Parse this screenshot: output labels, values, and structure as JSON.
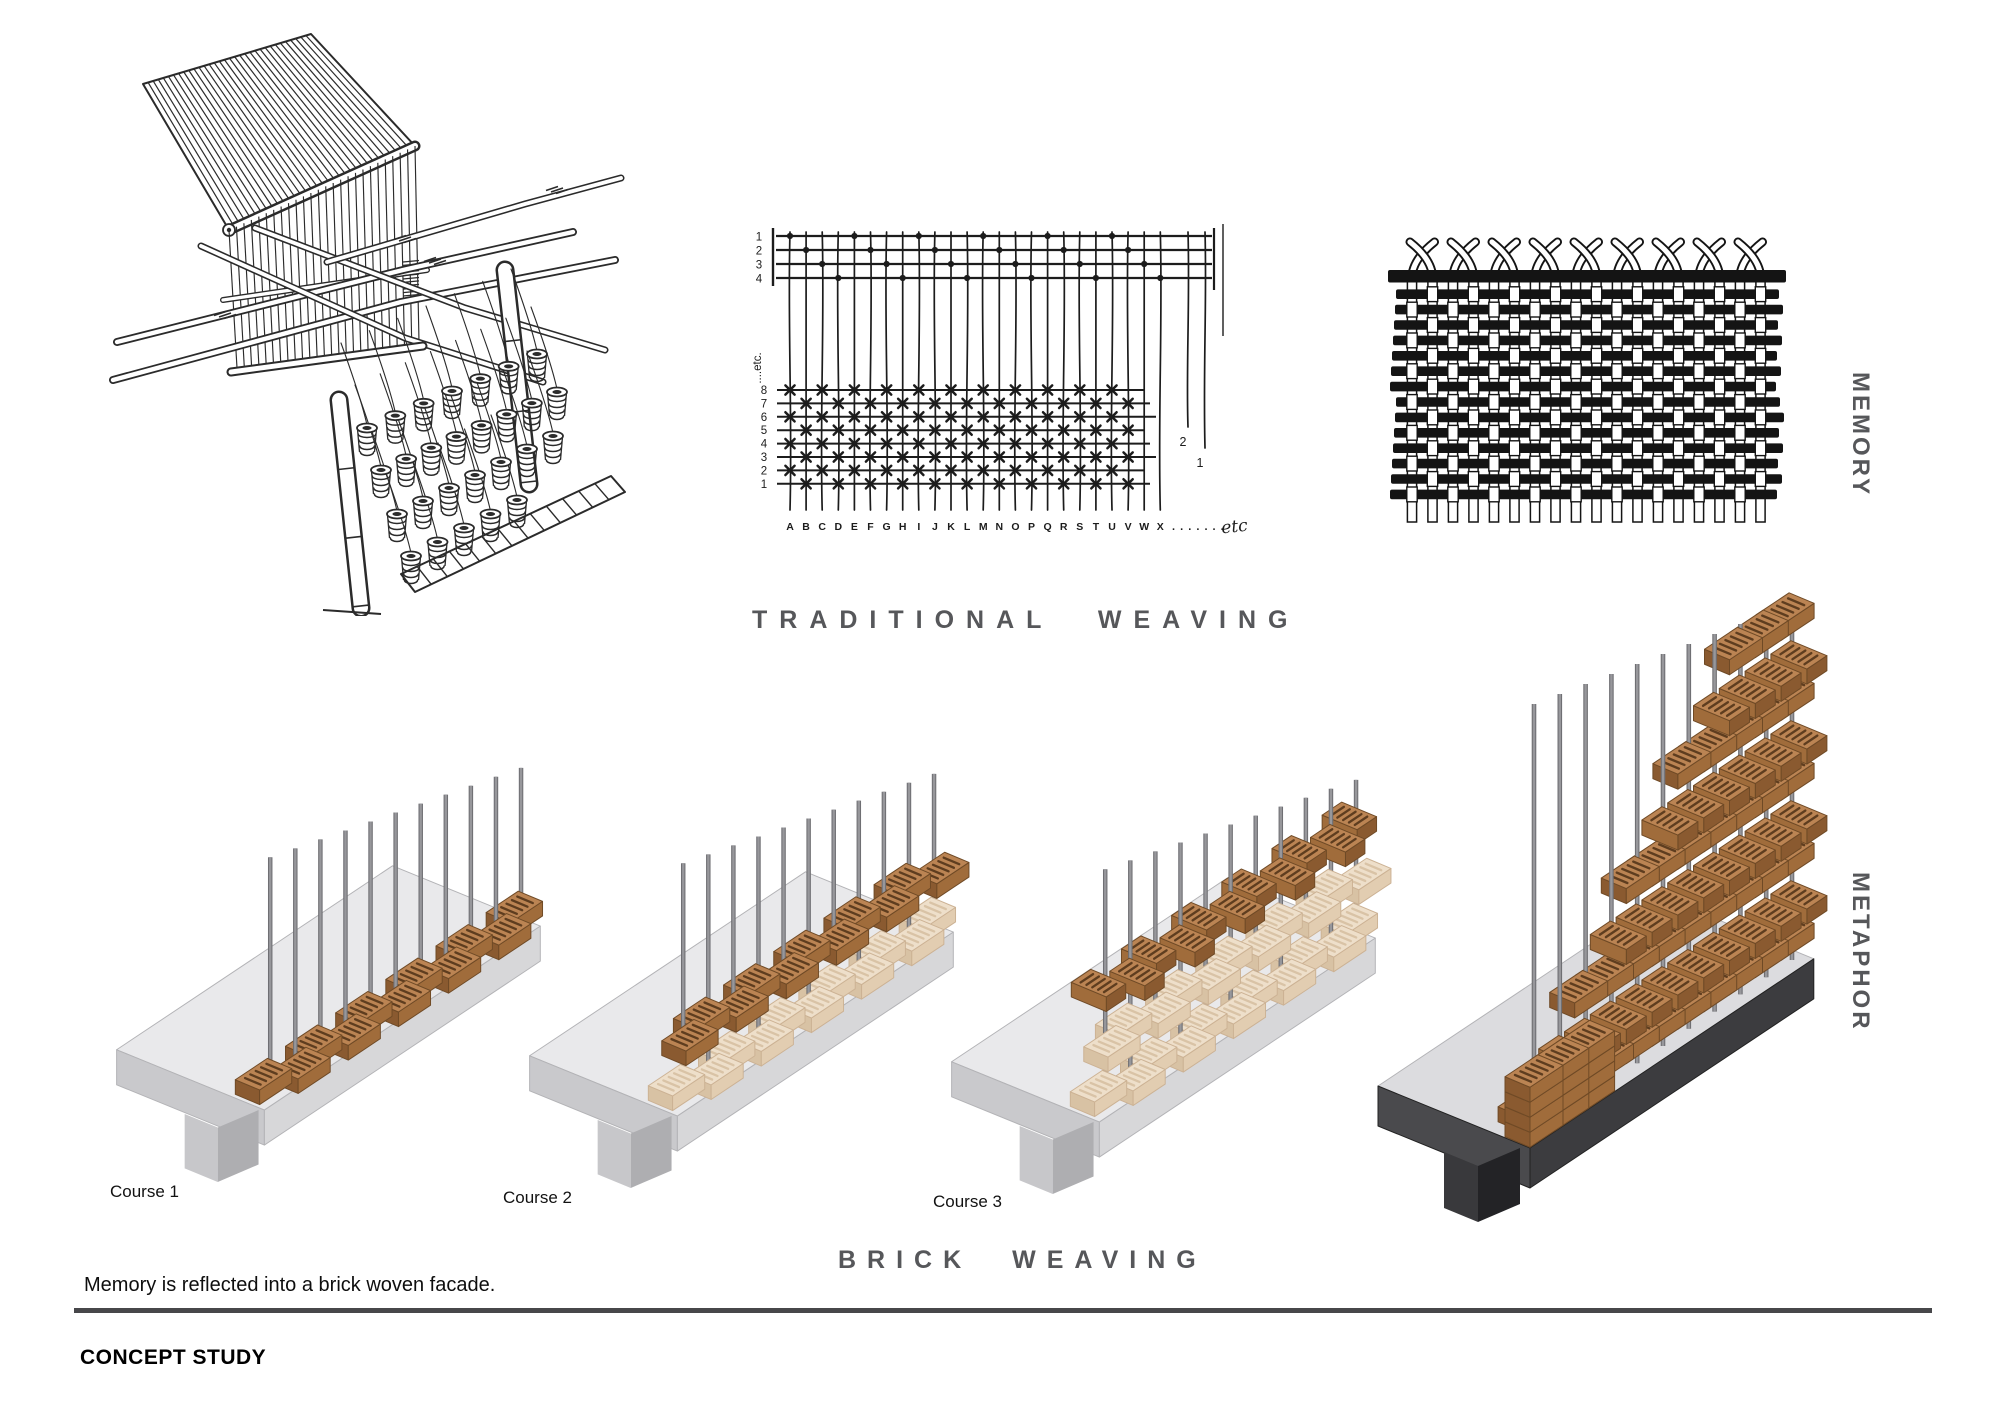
{
  "labels": {
    "traditional_weaving": "TRADITIONAL WEAVING",
    "brick_weaving": "BRICK WEAVING",
    "memory": "MEMORY",
    "metaphor": "METAPHOR",
    "caption": "Memory is reflected into a brick woven facade.",
    "page_title": "CONCEPT STUDY",
    "courses": [
      "Course 1",
      "Course 2",
      "Course 3"
    ]
  },
  "draft_diagram": {
    "heddle_labels": [
      "1",
      "2",
      "3",
      "4"
    ],
    "band_labels": [
      "8",
      "7",
      "6",
      "5",
      "4",
      "3",
      "2",
      "1"
    ],
    "right_thread_labels": [
      "2",
      "1"
    ],
    "left_side_note": "....etc.",
    "warp_letters": "ABCDEFGHIJKLMNOPQRSTUVWX",
    "letters_trailer": ". . . . . . .",
    "trailer_note": "etc",
    "warp_count": 24
  },
  "weave_pattern": {
    "weft_rows": 15,
    "warp_cols": 18
  },
  "loom_sketch": {
    "cloth_lines": 34,
    "hanging_threads": 26,
    "bobbin_rows": [
      7,
      8,
      7,
      5
    ]
  },
  "brick_study": {
    "rod_count": 11,
    "diagrams": [
      {
        "name": "course-1",
        "ghost_layers": 0,
        "solid_layer": 1
      },
      {
        "name": "course-2",
        "ghost_layers": 1,
        "solid_layer": 2
      },
      {
        "name": "course-3",
        "ghost_layers": 2,
        "solid_layer": 3
      },
      {
        "name": "full-weave",
        "rows": 9
      }
    ]
  },
  "colors": {
    "ink": "#1c1c1c",
    "heading_gray": "#56575a",
    "rule": "#47474a",
    "brick_top": "#bb8453",
    "brick_front": "#a06c3b",
    "brick_side": "#8a5a30",
    "brick_outline": "#6f4a26",
    "brick_slot": "#5e3d1f",
    "ghost_top": "#eedfca",
    "ghost_front": "#e2cdb1",
    "ghost_side": "#d8c2a4",
    "ghost_outline": "#ccb294",
    "ghost_slot": "#d9c3a6",
    "slab_top": "#e9e9eb",
    "slab_front": "#d7d7d9",
    "slab_end": "#c9c9cc",
    "slab_outline": "#b3b3b6",
    "footing_light": "#c7c7ca",
    "footing_dark": "#aeaeb1",
    "dark_slab_top": "#dcdcdf",
    "dark_slab_front": "#3c3c3f",
    "dark_slab_end": "#4a4a4d",
    "dark_footing_light": "#39393c",
    "dark_footing_dark": "#232326",
    "rod_dark": "#6f6f73",
    "rod_light": "#97979b"
  }
}
